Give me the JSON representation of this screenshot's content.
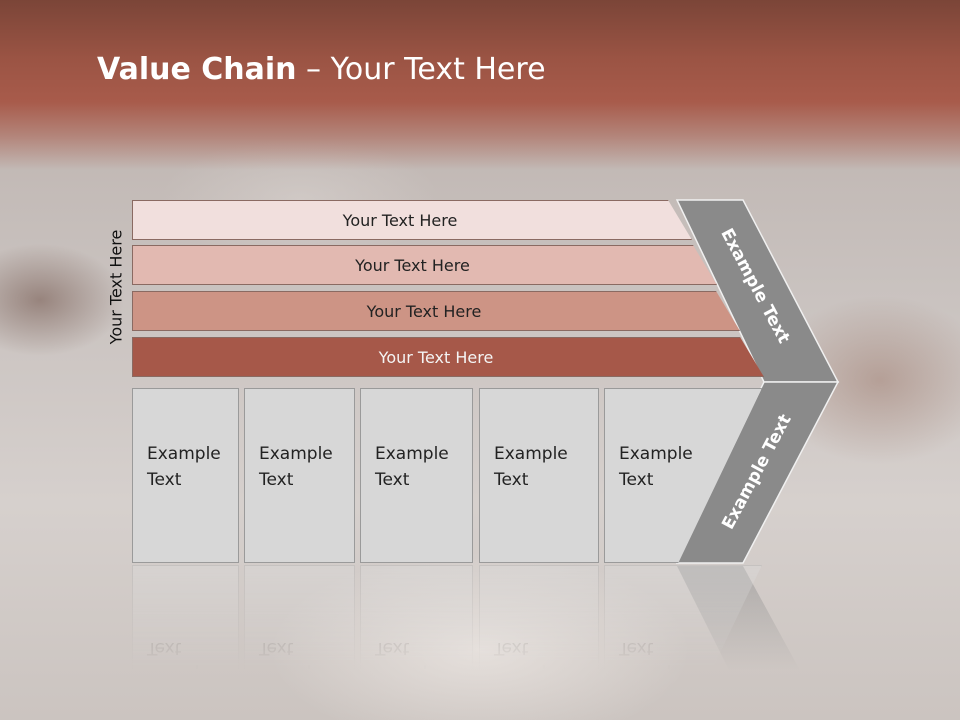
{
  "slide": {
    "title_bold": "Value Chain",
    "title_rest": " – Your Text Here",
    "vertical_label": "Your Text Here"
  },
  "bands": [
    {
      "label": "Your Text Here",
      "color": "#f1dfdd"
    },
    {
      "label": "Your Text Here",
      "color": "#e2b9b1"
    },
    {
      "label": "Your Text Here",
      "color": "#cd9485"
    },
    {
      "label": "Your Text Here",
      "color": "#a65849"
    }
  ],
  "boxes": [
    {
      "line1": "Example",
      "line2": "Text"
    },
    {
      "line1": "Example",
      "line2": "Text"
    },
    {
      "line1": "Example",
      "line2": "Text"
    },
    {
      "line1": "Example",
      "line2": "Text"
    },
    {
      "line1": "Example",
      "line2": "Text"
    }
  ],
  "chevron": {
    "upper_text": "Example Text",
    "lower_text": "Example Text",
    "color": "#8a8a8a"
  },
  "colors": {
    "header": "#a85b4b",
    "box_fill": "#d7d7d7"
  }
}
